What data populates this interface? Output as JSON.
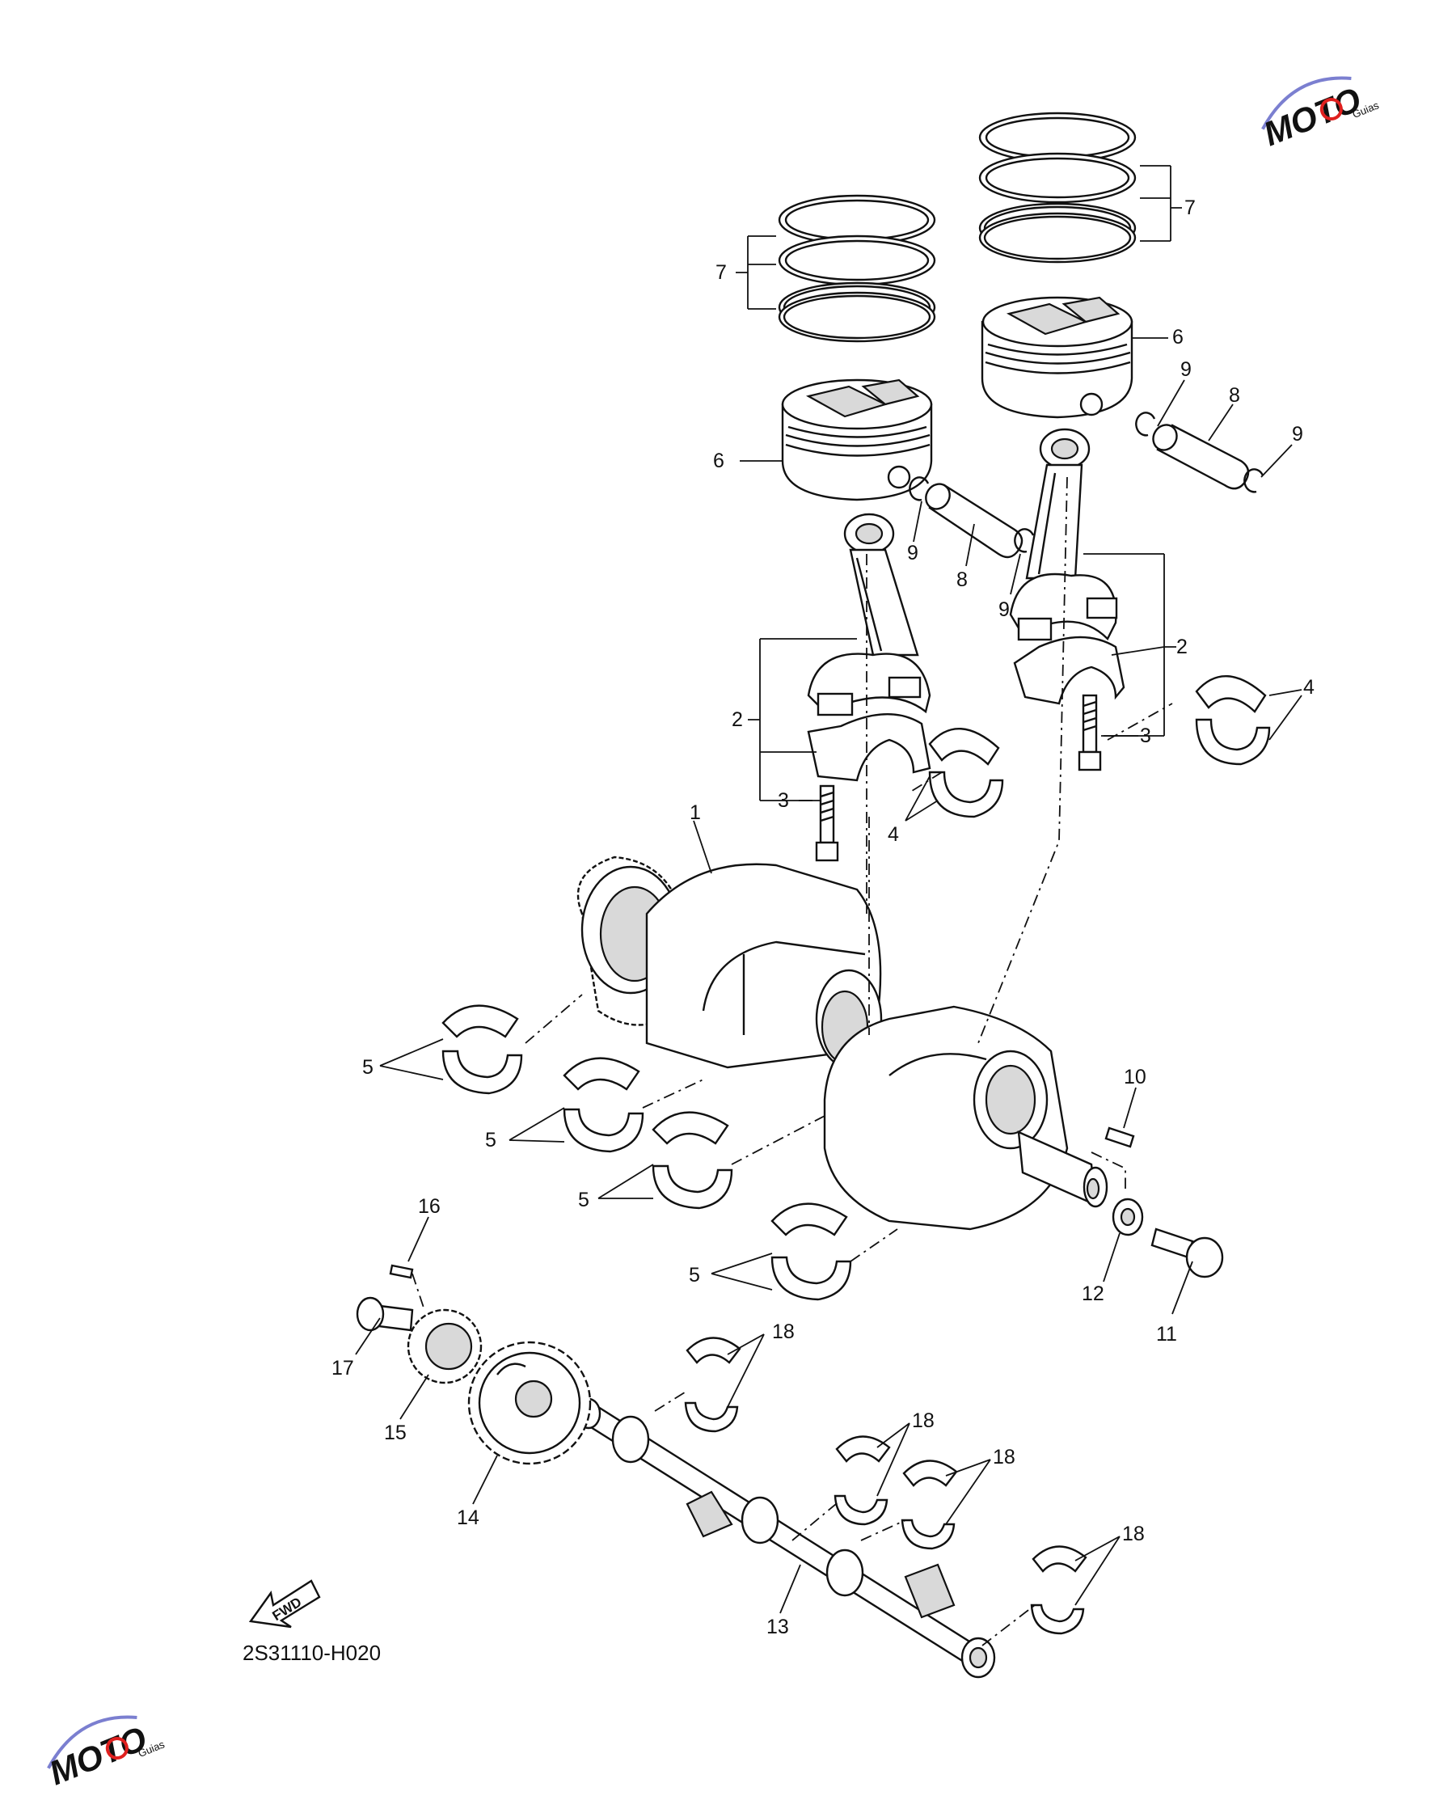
{
  "diagram": {
    "code": "2S31110-H020",
    "fwd_label": "FWD",
    "watermark": {
      "brand": "MOTO",
      "sub": "Guias",
      "colors": {
        "red": "#e0201f",
        "blue": "#7b7fd0"
      }
    },
    "callouts": {
      "c1": "1",
      "c2a": "2",
      "c2b": "2",
      "c3a": "3",
      "c3b": "3",
      "c4a": "4",
      "c4b": "4",
      "c5a": "5",
      "c5b": "5",
      "c5c": "5",
      "c5d": "5",
      "c6a": "6",
      "c6b": "6",
      "c7a": "7",
      "c7b": "7",
      "c8a": "8",
      "c8b": "8",
      "c9a": "9",
      "c9b": "9",
      "c9c": "9",
      "c9d": "9",
      "c10": "10",
      "c11": "11",
      "c12": "12",
      "c13": "13",
      "c14": "14",
      "c15": "15",
      "c16": "16",
      "c17": "17",
      "c18a": "18",
      "c18b": "18",
      "c18c": "18",
      "c18d": "18"
    }
  }
}
